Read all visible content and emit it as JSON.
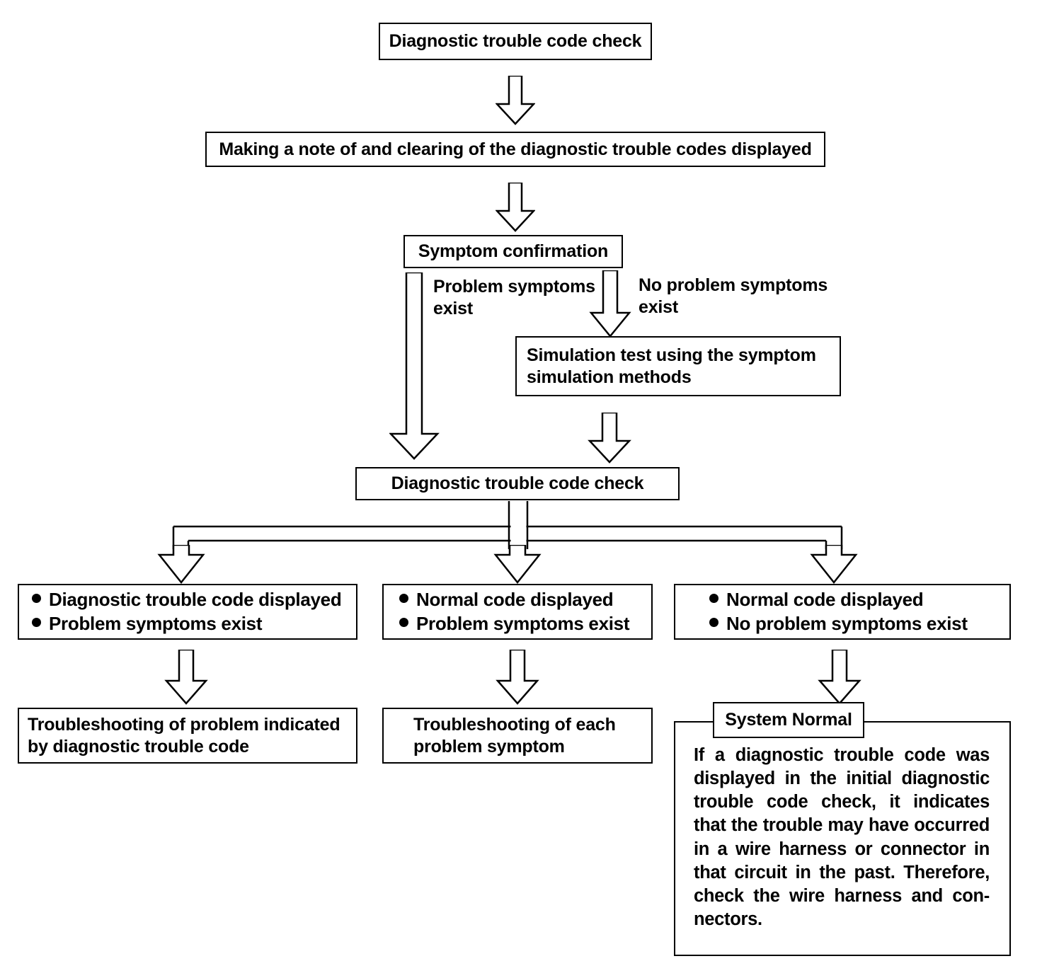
{
  "diagram": {
    "title": "Diagnostic trouble code check flowchart",
    "type": "flowchart",
    "nodes": {
      "start_check": "Diagnostic trouble code check",
      "note_clear": "Making a note of and clearing of the diagnostic trouble codes displayed",
      "symptom_confirmation": "Symptom confirmation",
      "simulation_test": "Simulation test using the symptom\nsimulation methods",
      "second_check": "Diagnostic trouble code check",
      "outcome_left": {
        "line1": "Diagnostic trouble code displayed",
        "line2": "Problem symptoms exist"
      },
      "outcome_middle": {
        "line1": "Normal code displayed",
        "line2": "Problem symptoms exist"
      },
      "outcome_right": {
        "line1": "Normal code displayed",
        "line2": "No problem symptoms exist"
      },
      "result_left": "Troubleshooting of problem indicated\nby diagnostic trouble code",
      "result_middle": "Troubleshooting of each\nproblem symptom",
      "result_right_title": "System Normal",
      "result_right_body": "If a diagnostic trouble code was displayed in the initial diagnostic trouble code check, it indicates that the trouble may have occurred in a wire harness or connector in that circuit in the past. Therefore, check the wire harness and con-nectors."
    },
    "edge_labels": {
      "problem_symptoms_exist": "Problem symptoms\nexist",
      "no_problem_symptoms_exist": "No problem symptoms\nexist"
    },
    "colors": {
      "stroke": "#000000",
      "fill": "#ffffff",
      "text": "#000000"
    }
  }
}
